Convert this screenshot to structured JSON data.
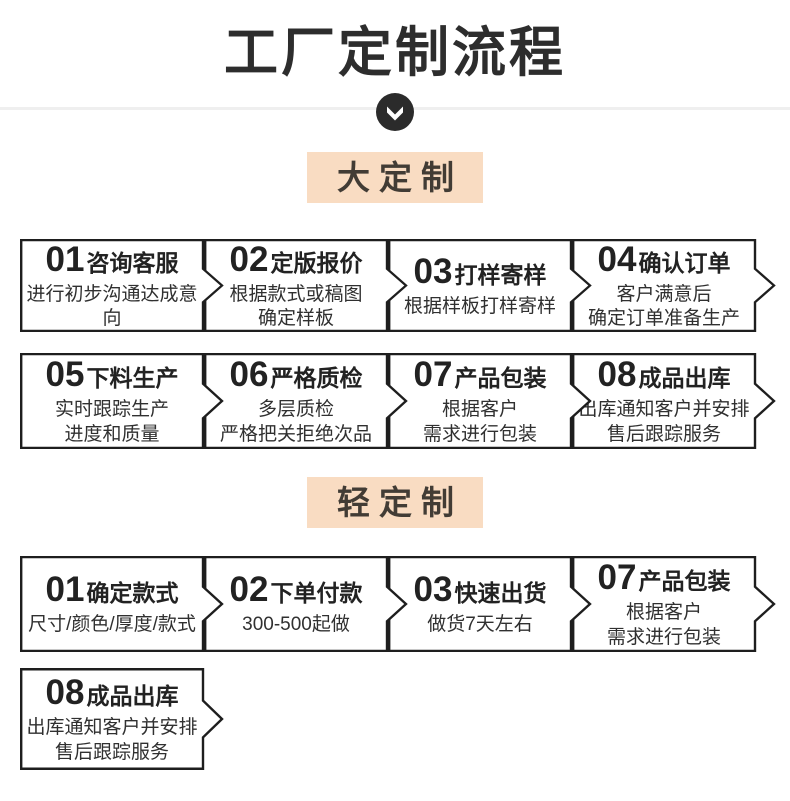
{
  "title": "工厂定制流程",
  "icons": {
    "divider_icon": "chevron-down-icon"
  },
  "colors": {
    "badge_bg": "#f9dcc2",
    "ink": "#2d2d2d",
    "box_border": "#1e1e1e",
    "divider_line": "#efefef"
  },
  "sections": {
    "big": {
      "badge": "大定制",
      "steps": [
        {
          "num": "01",
          "title": "咨询客服",
          "desc": "进行初步沟通达成意向"
        },
        {
          "num": "02",
          "title": "定版报价",
          "desc": "根据款式或稿图\n确定样板"
        },
        {
          "num": "03",
          "title": "打样寄样",
          "desc": "根据样板打样寄样"
        },
        {
          "num": "04",
          "title": "确认订单",
          "desc": "客户满意后\n确定订单准备生产"
        },
        {
          "num": "05",
          "title": "下料生产",
          "desc": "实时跟踪生产\n进度和质量"
        },
        {
          "num": "06",
          "title": "严格质检",
          "desc": "多层质检\n严格把关拒绝次品"
        },
        {
          "num": "07",
          "title": "产品包装",
          "desc": "根据客户\n需求进行包装"
        },
        {
          "num": "08",
          "title": "成品出库",
          "desc": "出库通知客户并安排\n售后跟踪服务"
        }
      ]
    },
    "light": {
      "badge": "轻定制",
      "steps": [
        {
          "num": "01",
          "title": "确定款式",
          "desc": "尺寸/颜色/厚度/款式"
        },
        {
          "num": "02",
          "title": "下单付款",
          "desc": "300-500起做"
        },
        {
          "num": "03",
          "title": "快速出货",
          "desc": "做货7天左右"
        },
        {
          "num": "07",
          "title": "产品包装",
          "desc": "根据客户\n需求进行包装"
        },
        {
          "num": "08",
          "title": "成品出库",
          "desc": "出库通知客户并安排\n售后跟踪服务"
        }
      ]
    }
  }
}
